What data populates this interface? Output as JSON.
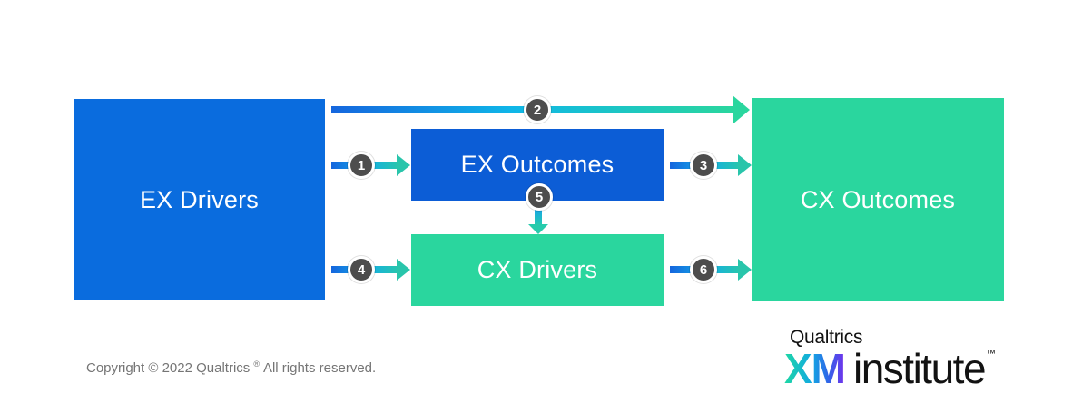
{
  "diagram": {
    "boxes": [
      {
        "id": "ex-drivers",
        "label": "EX Drivers",
        "color": "#0A6CDE",
        "text_color": "#FFFFFF"
      },
      {
        "id": "ex-outcomes",
        "label": "EX Outcomes",
        "color": "#0C5DD6",
        "text_color": "#FFFFFF"
      },
      {
        "id": "cx-drivers",
        "label": "CX Drivers",
        "color": "#2AD69E",
        "text_color": "#FFFFFF"
      },
      {
        "id": "cx-outcomes",
        "label": "CX Outcomes",
        "color": "#2AD69E",
        "text_color": "#FFFFFF"
      }
    ],
    "arrows": [
      {
        "number": "1",
        "from": "EX Drivers",
        "to": "EX Outcomes",
        "direction": "right"
      },
      {
        "number": "2",
        "from": "EX Drivers",
        "to": "CX Outcomes",
        "direction": "right"
      },
      {
        "number": "3",
        "from": "EX Outcomes",
        "to": "CX Outcomes",
        "direction": "right"
      },
      {
        "number": "4",
        "from": "EX Drivers",
        "to": "CX Drivers",
        "direction": "right"
      },
      {
        "number": "5",
        "from": "EX Outcomes",
        "to": "CX Drivers",
        "direction": "down"
      },
      {
        "number": "6",
        "from": "CX Drivers",
        "to": "CX Outcomes",
        "direction": "right"
      }
    ],
    "badge_color": "#4D4D4D",
    "arrow_gradient": [
      "#1566DE",
      "#12AEE6",
      "#2AD69E"
    ]
  },
  "footer": {
    "copyright_prefix": "Copyright © 2022 Qualtrics",
    "registered_mark": "®",
    "copyright_suffix": "All rights reserved."
  },
  "logo": {
    "brand": "Qualtrics",
    "xm": "XM",
    "institute": "institute",
    "trademark": "™",
    "xm_gradient": [
      "#1ED8A4",
      "#12A9E2",
      "#2F66E8",
      "#7430EC"
    ]
  },
  "colors": {
    "background": "#FFFFFF",
    "copyright_text": "#757575"
  }
}
